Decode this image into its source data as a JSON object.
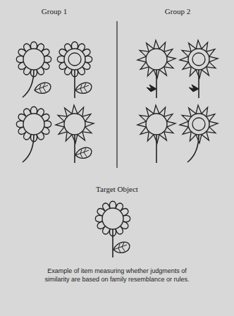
{
  "diagram": {
    "caption": "Example of item measuring whether judgments of similarity are based on family resemblance or rules.",
    "labels": [
      "Group 1",
      "Group 2",
      "Target Object"
    ]
  }
}
